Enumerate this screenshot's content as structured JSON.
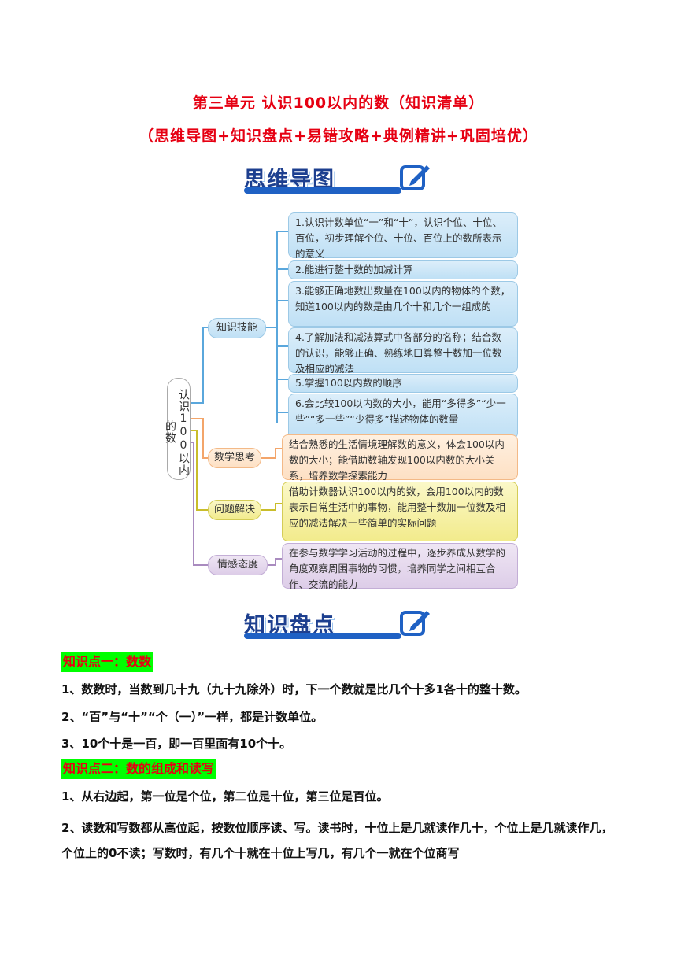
{
  "doc": {
    "title": "第三单元 认识100以内的数（知识清单）",
    "subtitle": "（思维导图+知识盘点+易错攻略+典例精讲+巩固培优）"
  },
  "banners": {
    "mindmap": "思维导图",
    "inventory": "知识盘点"
  },
  "mindmap": {
    "root": "认识100以内的数",
    "categories": {
      "skills": "知识技能",
      "thinking": "数学思考",
      "problem": "问题解决",
      "attitude": "情感态度"
    },
    "skills": [
      "1.认识计数单位“一”和“十”，认识个位、十位、百位，初步理解个位、十位、百位上的数所表示的意义",
      "2.能进行整十数的加减计算",
      "3.能够正确地数出数量在100以内的物体的个数，知道100以内的数是由几个十和几个一组成的",
      "4.了解加法和减法算式中各部分的名称；结合数的认识，能够正确、熟练地口算整十数加一位数及相应的减法",
      "5.掌握100以内数的顺序",
      "6.会比较100以内数的大小，能用“多得多”“少一些”“多一些”“少得多”描述物体的数量"
    ],
    "thinking": "结合熟悉的生活情境理解数的意义，体会100以内数的大小；能借助数轴发现100以内数的大小关系，培养数学探索能力",
    "problem": "借助计数器认识100以内的数，会用100以内的数表示日常生活中的事物，能用整十数加一位数及相应的减法解决一些简单的实际问题",
    "attitude": "在参与数学学习活动的过程中，逐步养成从数学的角度观察周围事物的习惯，培养同学之间相互合作、交流的能力"
  },
  "sections": [
    {
      "heading": "知识点一：数数",
      "points": [
        "1、数数时，当数到几十九（九十九除外）时，下一个数就是比几个十多1各十的整十数。",
        "2、“百”与“十”“个（一）”一样，都是计数单位。",
        "3、10个十是一百，即一百里面有10个十。"
      ]
    },
    {
      "heading": "知识点二：数的组成和读写",
      "points": [
        "1、从右边起，第一位是个位，第二位是十位，第三位是百位。",
        "2、读数和写数都从高位起，按数位顺序读、写。读书时，十位上是几就读作几十，个位上是几就读作几，个位上的0不读；写数时，有几个十就在十位上写几，有几个一就在个位商写"
      ]
    }
  ],
  "colors": {
    "title_red": "#e60012",
    "highlight_green": "#00ff00",
    "banner_blue": "#1f61c4"
  }
}
